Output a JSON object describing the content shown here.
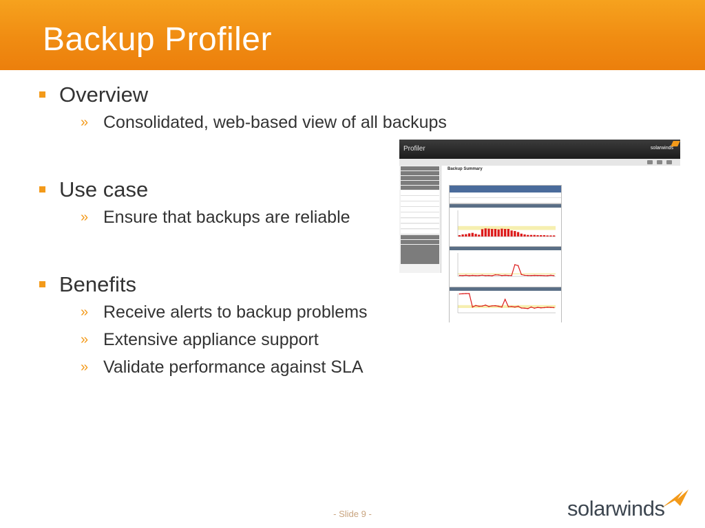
{
  "slide": {
    "title": "Backup Profiler",
    "bullets": [
      {
        "label": "Overview",
        "subs": [
          "Consolidated, web-based view of all backups"
        ]
      },
      {
        "label": "Use case",
        "subs": [
          "Ensure that backups are reliable"
        ]
      },
      {
        "label": "Benefits",
        "subs": [
          "Receive alerts to backup problems",
          "Extensive appliance support",
          "Validate performance against SLA"
        ]
      }
    ],
    "sub_bullet_glyph": "»",
    "footer": "- Slide 9 -",
    "logo_text": "solarwinds"
  },
  "screenshot": {
    "app_title": "Profiler",
    "brand": "solarwinds",
    "panel_title": "Backup Summary",
    "chart_data": [
      {
        "type": "bar",
        "values": [
          5,
          8,
          9,
          12,
          14,
          10,
          7,
          28,
          31,
          30,
          29,
          29,
          27,
          30,
          29,
          29,
          23,
          21,
          17,
          11,
          8,
          6,
          6,
          6,
          5,
          5,
          5,
          4,
          4,
          4
        ],
        "ylim": [
          0,
          100
        ]
      },
      {
        "type": "line",
        "values": [
          12,
          10,
          14,
          9,
          13,
          10,
          11,
          15,
          10,
          12,
          8,
          20,
          18,
          11,
          14,
          12,
          11,
          150,
          138,
          24,
          14,
          12,
          11,
          13,
          12,
          12,
          10,
          9,
          14,
          10
        ],
        "ylim": [
          0,
          300
        ]
      },
      {
        "type": "line",
        "values": [
          98,
          99,
          100,
          100,
          30,
          38,
          34,
          35,
          40,
          33,
          36,
          37,
          34,
          30,
          70,
          32,
          33,
          30,
          34,
          25,
          24,
          22,
          30,
          24,
          28,
          26,
          27,
          29,
          28,
          27
        ],
        "ylim": [
          0,
          100
        ]
      }
    ],
    "colors": {
      "header": "#2b2b2b",
      "accent": "#f39a1a",
      "bar": "#dc1a1a"
    }
  }
}
